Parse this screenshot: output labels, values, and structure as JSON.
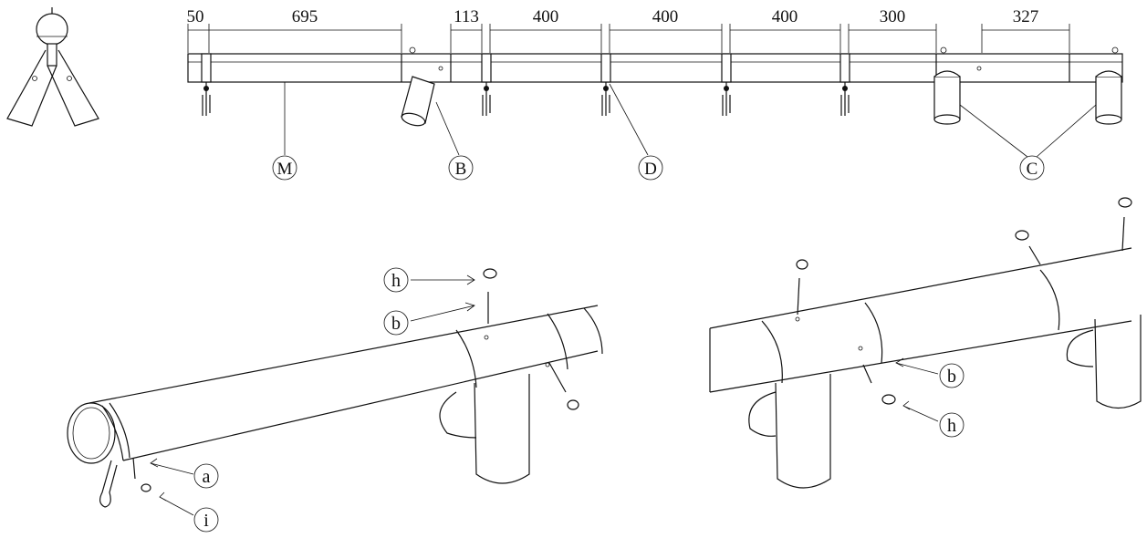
{
  "diagram": {
    "dimensions": [
      "50",
      "695",
      "113",
      "400",
      "400",
      "400",
      "300",
      "327"
    ],
    "part_labels": [
      "M",
      "B",
      "D",
      "C"
    ],
    "callouts_left": [
      "h",
      "b",
      "a",
      "i"
    ],
    "callouts_right": [
      "b",
      "h"
    ]
  }
}
